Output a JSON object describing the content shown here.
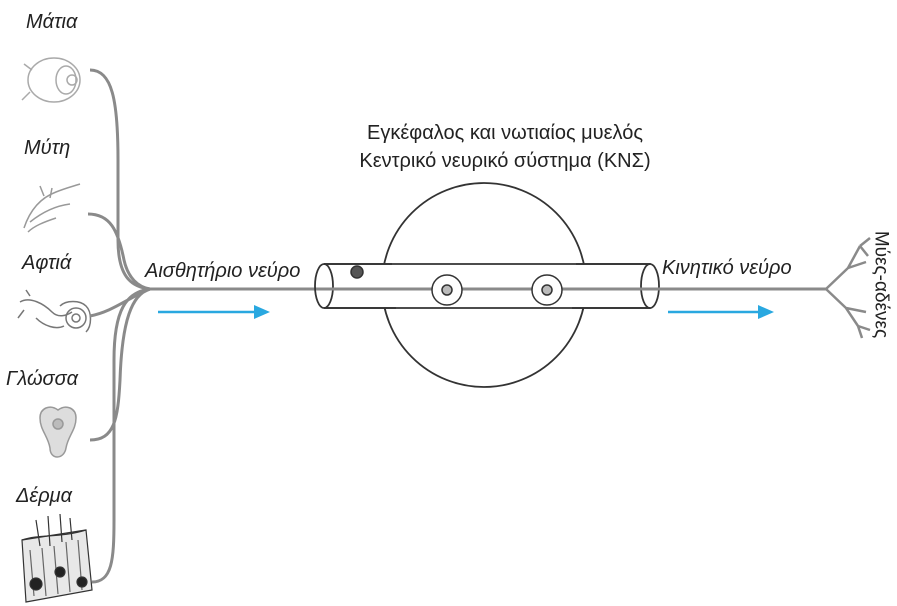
{
  "senses": [
    {
      "label": "Μάτια",
      "icon": "eye-icon"
    },
    {
      "label": "Μύτη",
      "icon": "nose-icon"
    },
    {
      "label": "Αφτιά",
      "icon": "ear-icon"
    },
    {
      "label": "Γλώσσα",
      "icon": "tongue-icon"
    },
    {
      "label": "Δέρμα",
      "icon": "skin-icon"
    }
  ],
  "sensory_nerve": "Αισθητήριο νεύρο",
  "motor_nerve": "Κινητικό νεύρο",
  "cns": {
    "line1": "Εγκέφαλος και νωτιαίος μυελός",
    "line2": "Κεντρικό νευρικό σύστημα (ΚΝΣ)"
  },
  "effectors": "Μύες-αδένες",
  "colors": {
    "arrow": "#29a8e0",
    "nerve": "#8a8a8a",
    "outline": "#333333"
  }
}
